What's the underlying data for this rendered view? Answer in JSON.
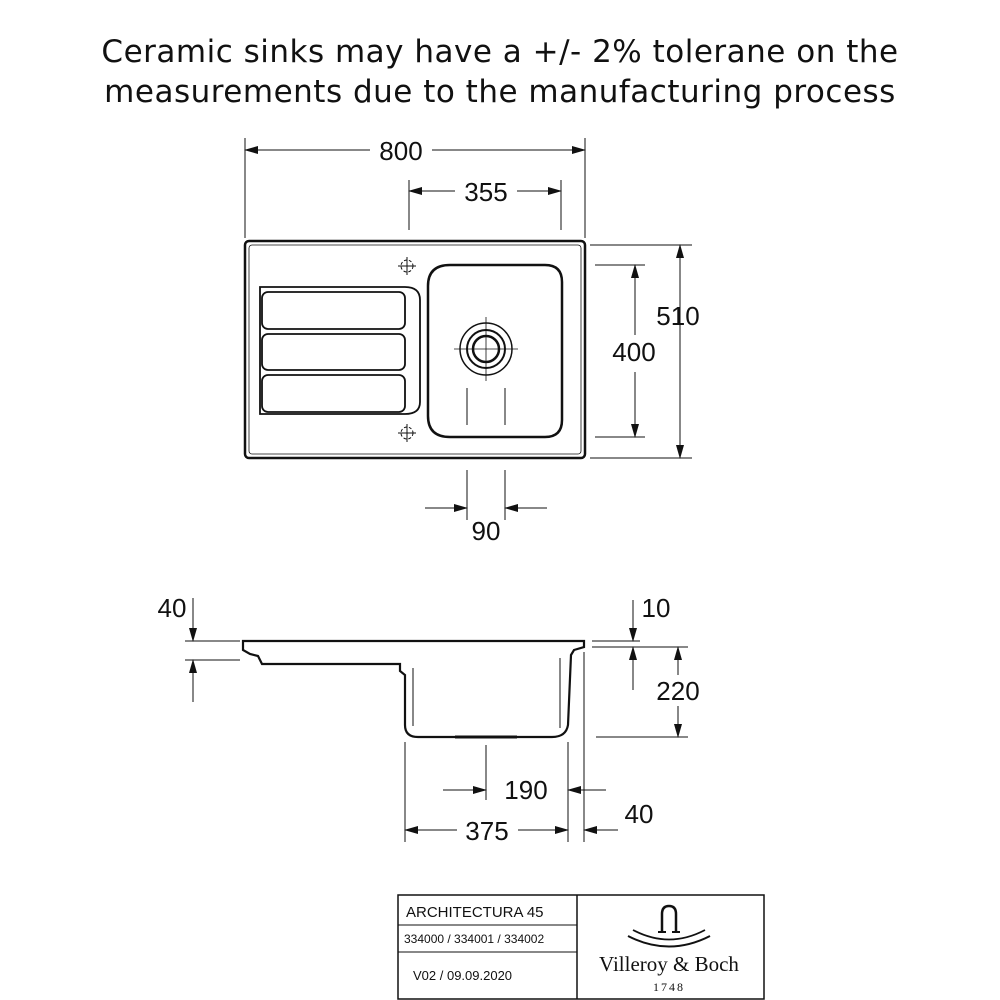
{
  "note": {
    "line1": "Ceramic sinks may have a +/- 2% tolerane on the",
    "line2": "measurements due to the manufacturing process"
  },
  "top_view": {
    "width": "800",
    "bowl_offset": "355",
    "depth": "510",
    "bowl_depth": "400",
    "waste_spacing": "90"
  },
  "side_view": {
    "rim_height": "40",
    "rim_thickness": "10",
    "bowl_height": "220",
    "waste_offset": "190",
    "bowl_width": "375",
    "edge_offset": "40"
  },
  "title_block": {
    "product": "ARCHITECTURA 45",
    "codes": "334000 / 334001 / 334002",
    "version": "V02 / 09.09.2020",
    "brand": "Villeroy & Boch",
    "founded": "1748"
  }
}
